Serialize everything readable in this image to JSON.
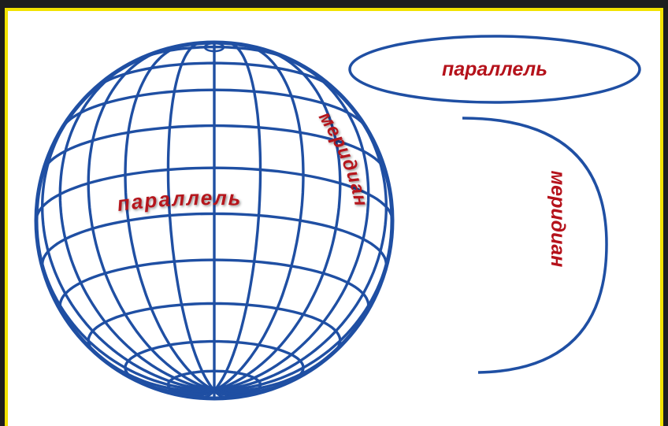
{
  "labels": {
    "globe_parallel": "параллель",
    "globe_meridian": "меридиан",
    "ellipse_parallel": "параллель",
    "arc_meridian": "меридиан"
  },
  "colors": {
    "line": "#1f4fa3",
    "label": "#b5121b",
    "frame": "#f2e200",
    "background": "#ffffff"
  }
}
